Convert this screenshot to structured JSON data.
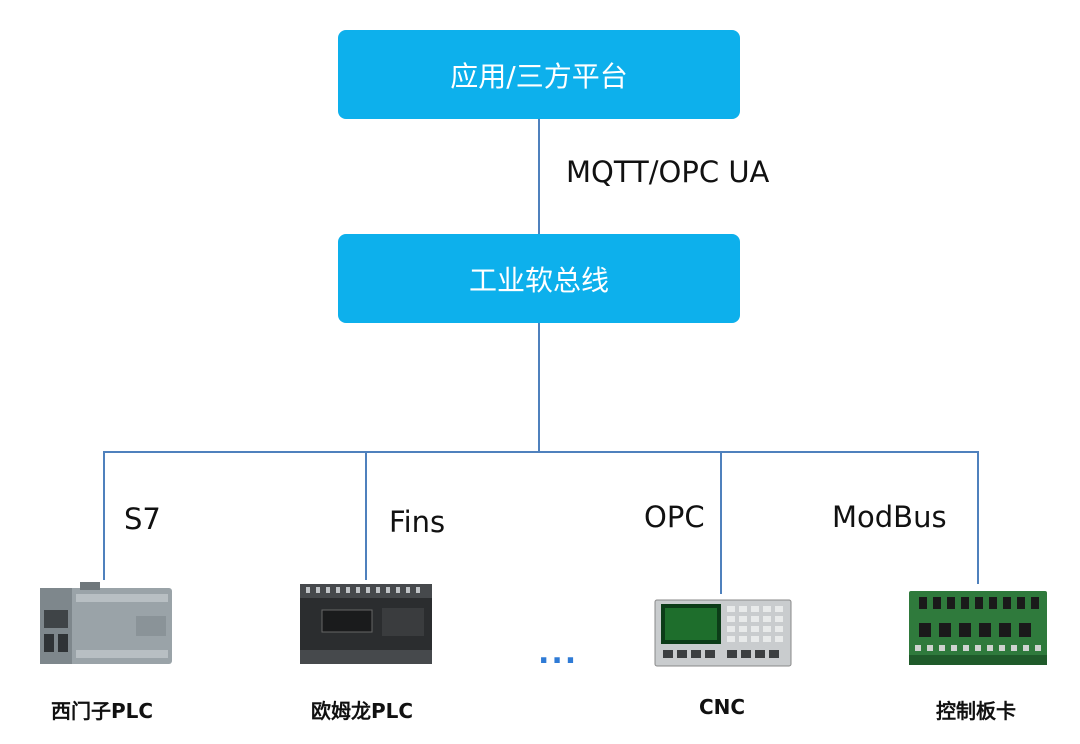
{
  "nodes": {
    "app_platform": "应用/三方平台",
    "bus": "工业软总线"
  },
  "upper_protocol": "MQTT/OPC UA",
  "protocols": [
    "S7",
    "Fins",
    "OPC",
    "ModBus"
  ],
  "devices": [
    "西门子PLC",
    "欧姆龙PLC",
    "CNC",
    "控制板卡"
  ],
  "ellipsis": "...",
  "colors": {
    "box": "#0db0ec",
    "line": "#4f81bd",
    "ellipsis": "#2f7bd6"
  }
}
